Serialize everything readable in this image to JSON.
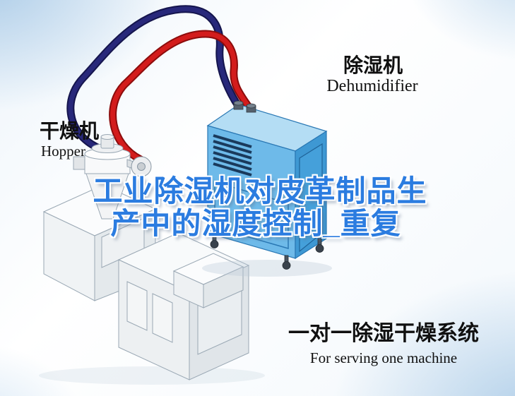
{
  "title": {
    "line1": "工业除湿机对皮革制品生",
    "line2": "产中的湿度控制_重复"
  },
  "callouts": {
    "dehumidifier": {
      "cn": "除湿机",
      "en": "Dehumidifier"
    },
    "hopper": {
      "cn": "干燥机",
      "en": "Hopper"
    },
    "system": {
      "cn": "一对一除湿干燥系统",
      "en": "For serving one machine"
    }
  },
  "colors": {
    "title_blue": "#2b7ce0",
    "pipe_red": "#d31c1c",
    "pipe_red_dark": "#8c0c0c",
    "pipe_navy": "#28287a",
    "pipe_navy_dark": "#15154d",
    "dehumidifier_top": "#b4ddf4",
    "dehumidifier_front": "#6ebae9",
    "dehumidifier_side": "#3e98d3",
    "machine_top": "#fbfcfd",
    "machine_front": "#f0f3f5",
    "machine_side": "#e4e9ec"
  }
}
